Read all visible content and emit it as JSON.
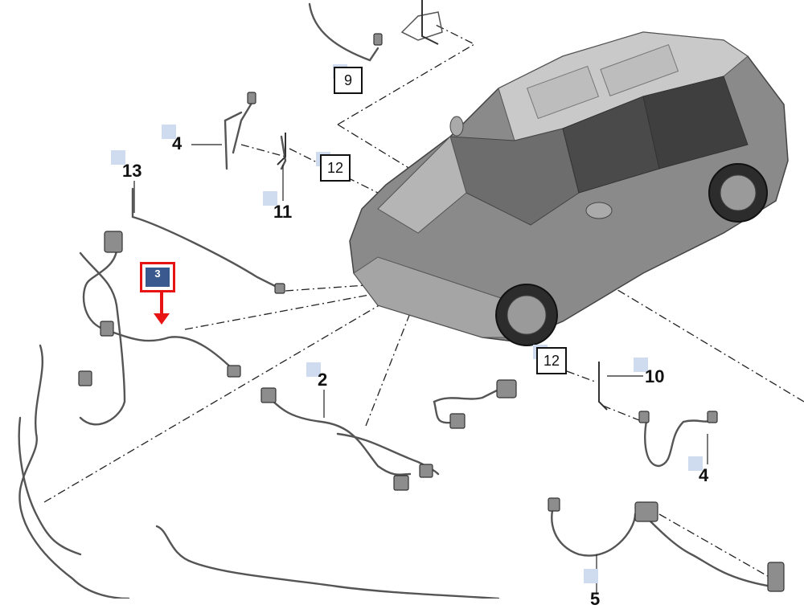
{
  "labels": {
    "l13": "13",
    "l4a": "4",
    "l11": "11",
    "l2": "2",
    "l10": "10",
    "l4b": "4",
    "l5": "5"
  },
  "boxes": {
    "b9": "9",
    "b12a": "12",
    "b12b": "12"
  },
  "highlight": {
    "label": "3"
  },
  "colors": {
    "highlight": "#e81414",
    "marker": "#cfdcf0",
    "badge": "#3a5a8f"
  }
}
